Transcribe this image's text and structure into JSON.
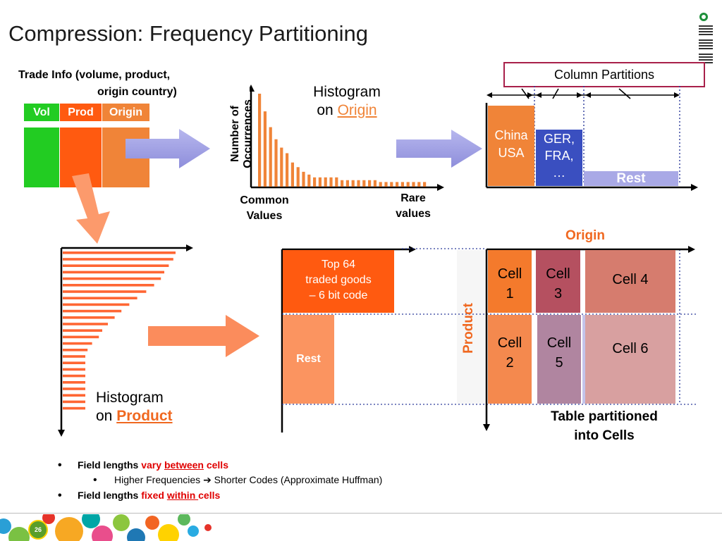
{
  "slide": {
    "title": "Compression: Frequency Partitioning",
    "page_number": "26"
  },
  "trade_info": {
    "label_line1": "Trade Info (volume, product,",
    "label_line2": "origin country)",
    "columns": [
      "Vol",
      "Prod",
      "Origin"
    ],
    "colors": {
      "vol": "#22cc22",
      "prod": "#ff5a10",
      "origin": "#f08438"
    }
  },
  "origin_histogram": {
    "title_line1": "Histogram",
    "title_line2_prefix": "on ",
    "title_line2_link": "Origin",
    "y_axis_label_line1": "Number of",
    "y_axis_label_line2": "Occurrences",
    "x_left_line1": "Common",
    "x_left_line2": "Values",
    "x_right_line1": "Rare",
    "x_right_line2": "values",
    "bar_color": "#f08438",
    "relative_heights": [
      1.0,
      0.81,
      0.64,
      0.51,
      0.42,
      0.36,
      0.26,
      0.21,
      0.16,
      0.13,
      0.1,
      0.1,
      0.1,
      0.1,
      0.1,
      0.07,
      0.07,
      0.07,
      0.07,
      0.07,
      0.07,
      0.07,
      0.05,
      0.05,
      0.05,
      0.05,
      0.05,
      0.05,
      0.05,
      0.05,
      0.05
    ]
  },
  "column_partitions": {
    "label": "Column Partitions",
    "segments": [
      {
        "text_line1": "China",
        "text_line2": "USA",
        "text_line3": "",
        "color": "#f08438"
      },
      {
        "text_line1": "GER,",
        "text_line2": "FRA,",
        "text_line3": "…",
        "color": "#3a4fc0"
      },
      {
        "text_line1": "Rest",
        "text_line2": "",
        "text_line3": "",
        "color": "#a9a9e6"
      }
    ]
  },
  "product_histogram": {
    "title_line1": "Histogram",
    "title_line2_prefix": "on ",
    "title_line2_link": "Product",
    "bar_color": "#ff6633",
    "relative_lengths": [
      1.0,
      0.98,
      0.94,
      0.9,
      0.87,
      0.81,
      0.74,
      0.66,
      0.59,
      0.52,
      0.46,
      0.4,
      0.35,
      0.32,
      0.26,
      0.22,
      0.2,
      0.2,
      0.2,
      0.2,
      0.2,
      0.2,
      0.2,
      0.2,
      0.2
    ]
  },
  "product_partition": {
    "top_line1": "Top 64",
    "top_line2": "traded goods",
    "top_line3": "– 6 bit code",
    "rest_label": "Rest",
    "axis_label": "Product",
    "top_color": "#ff5a10",
    "rest_color": "#fb9460"
  },
  "cells": {
    "origin_label": "Origin",
    "caption_line1": "Table partitioned",
    "caption_line2": "into Cells",
    "items": [
      {
        "line1": "Cell",
        "line2": "1",
        "color": "#f47a2c"
      },
      {
        "line1": "Cell",
        "line2": "3",
        "color": "#b55060"
      },
      {
        "line1": "Cell 4",
        "line2": "",
        "color": "#d67c6e"
      },
      {
        "line1": "Cell",
        "line2": "2",
        "color": "#f4894e"
      },
      {
        "line1": "Cell",
        "line2": "5",
        "color": "#b085a0"
      },
      {
        "line1": "Cell 6",
        "line2": "",
        "color": "#d8a0a0"
      }
    ]
  },
  "bullets": {
    "b1_prefix": "Field lengths ",
    "b1_red1": "vary ",
    "b1_red_ul": "between",
    "b1_red2": " cells",
    "sub_prefix": "Higher Frequencies ",
    "sub_arrow": "➔",
    "sub_suffix": " Shorter Codes (Approximate Huffman)",
    "b2_prefix": "Field lengths ",
    "b2_red1": "fixed ",
    "b2_red_ul": "within ",
    "b2_red2": "cells"
  },
  "logo": {
    "text": "IBM"
  }
}
